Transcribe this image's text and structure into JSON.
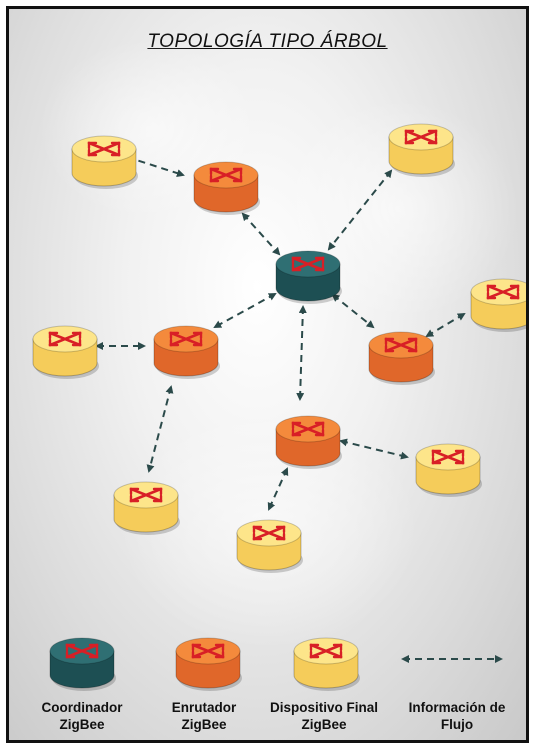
{
  "title": "TOPOLOGÍA TIPO ÁRBOL",
  "colors": {
    "coordinator_top": "#2f6f73",
    "coordinator_side": "#1d4f53",
    "router_top": "#f48a3c",
    "router_side": "#e0672a",
    "end_top": "#fde58a",
    "end_side": "#f5cc5a",
    "arrow": "#d81f26",
    "link": "#2b4a4a"
  },
  "legend": {
    "coordinator_label": "Coordinador\nZigBee",
    "router_label": "Enrutador\nZigBee",
    "end_device_label": "Dispositivo Final\nZigBee",
    "flow_label": "Información de\nFlujo"
  }
}
